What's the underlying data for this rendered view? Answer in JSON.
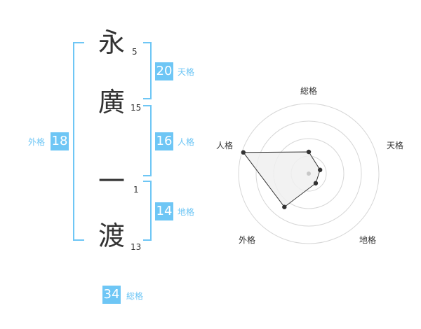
{
  "name_chars": [
    {
      "char": "永",
      "strokes": "5"
    },
    {
      "char": "廣",
      "strokes": "15"
    },
    {
      "char": "一",
      "strokes": "1"
    },
    {
      "char": "渡",
      "strokes": "13"
    }
  ],
  "fortunes": {
    "tenkaku": {
      "value": "20",
      "label": "天格"
    },
    "jinkaku": {
      "value": "16",
      "label": "人格"
    },
    "chikaku": {
      "value": "14",
      "label": "地格"
    },
    "gaikaku": {
      "value": "18",
      "label": "外格"
    },
    "soukaku": {
      "value": "34",
      "label": "総格"
    }
  },
  "radar": {
    "axes": [
      "総格",
      "天格",
      "地格",
      "外格",
      "人格"
    ],
    "values": [
      0.31,
      0.17,
      0.17,
      0.59,
      0.98
    ],
    "rings": 4,
    "colors": {
      "ring": "#d6d6d6",
      "fill": "#f0f0f0",
      "line": "#333333",
      "point": "#333333"
    }
  }
}
